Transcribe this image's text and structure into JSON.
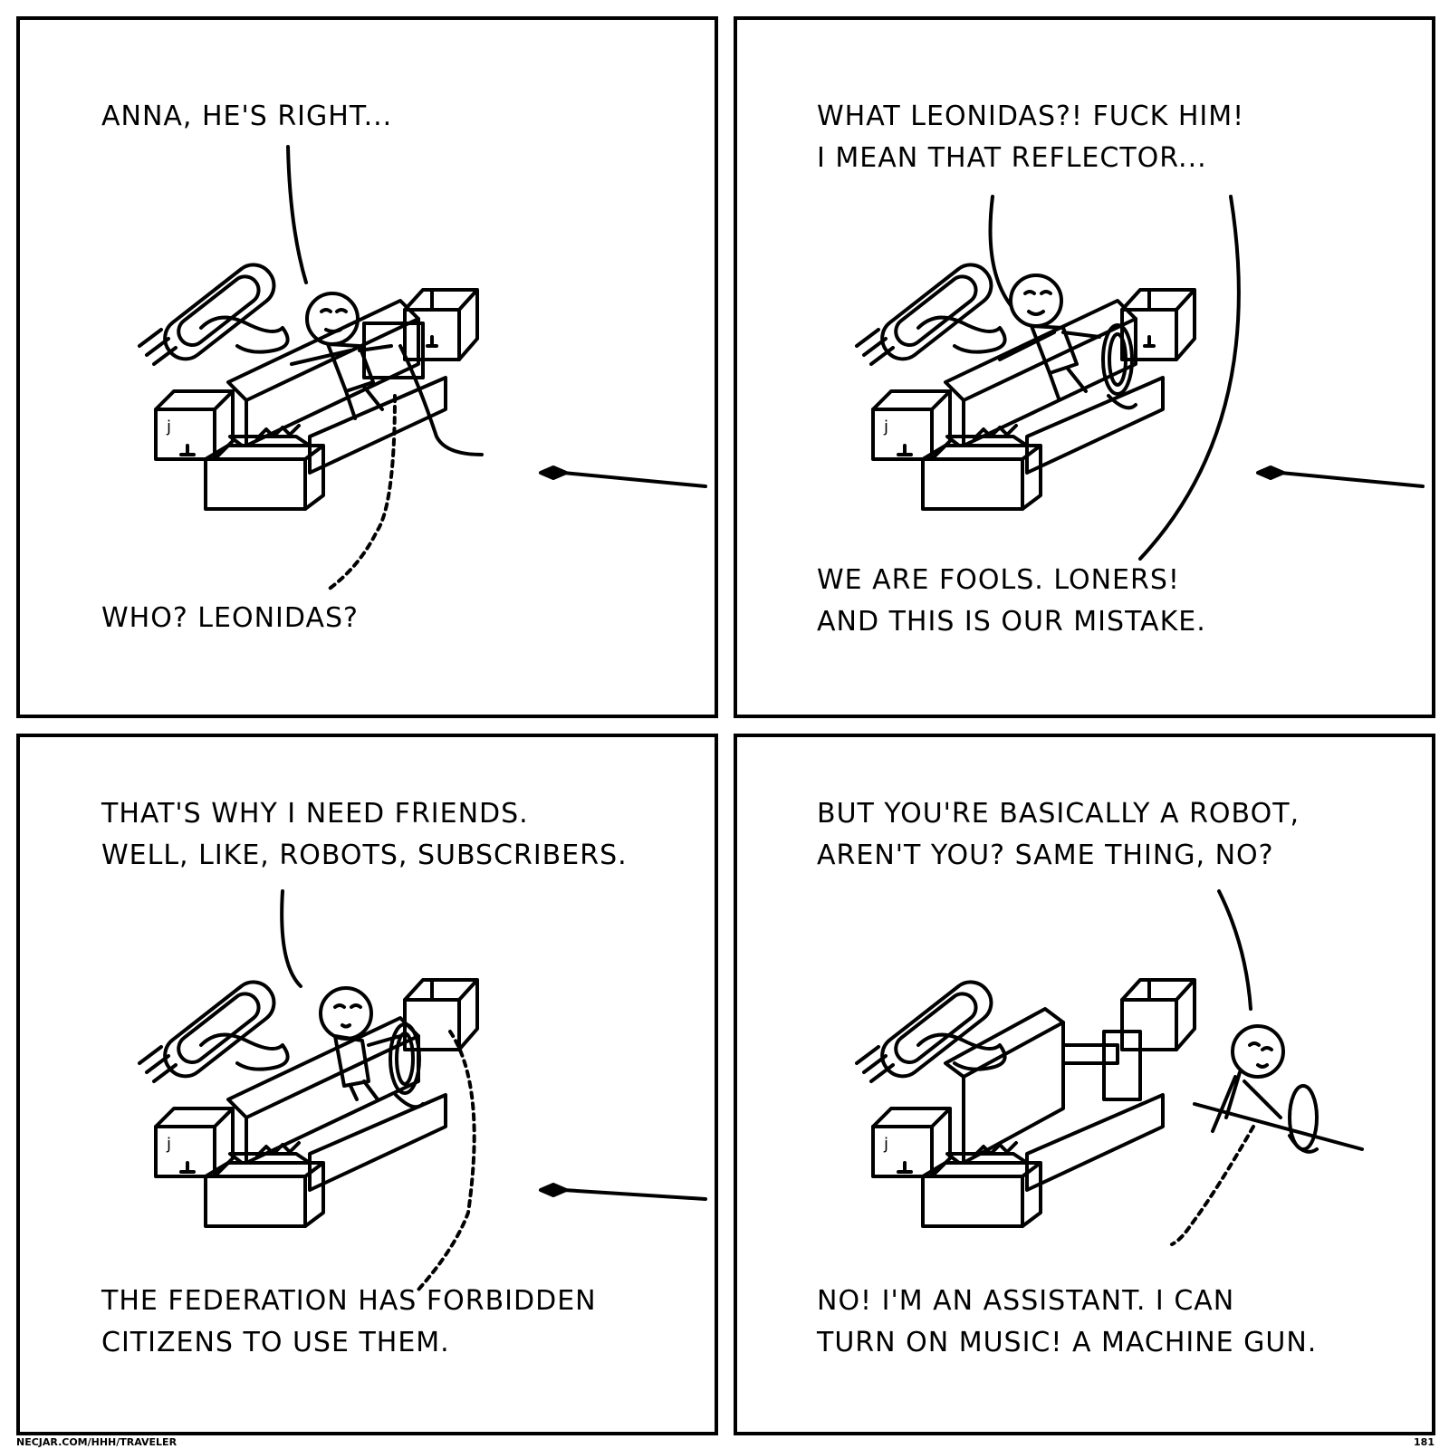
{
  "panels": [
    {
      "id": "panel-1",
      "captions": [
        "ANNA, HE'S RIGHT...",
        "WHO? LEONIDAS?"
      ]
    },
    {
      "id": "panel-2",
      "captions": [
        "WHAT LEONIDAS?! FUCK HIM!\nI MEAN THAT REFLECTOR...",
        "WE ARE FOOLS. LONERS!\nAND THIS IS OUR MISTAKE."
      ]
    },
    {
      "id": "panel-3",
      "captions": [
        "THAT'S WHY I NEED FRIENDS.\nWELL, LIKE, ROBOTS, SUBSCRIBERS.",
        "THE FEDERATION HAS FORBIDDEN\nCITIZENS TO USE THEM."
      ]
    },
    {
      "id": "panel-4",
      "captions": [
        "BUT YOU'RE BASICALLY A ROBOT,\nAREN'T YOU? SAME THING, NO?",
        "NO! I'M AN ASSISTANT. I CAN\nTURN ON MUSIC! A MACHINE GUN."
      ]
    }
  ],
  "footer": {
    "url": "NECJAR.COM/HHH/TRAVELER",
    "page_number": "181"
  },
  "colors": {
    "ink": "#000000",
    "paper": "#ffffff"
  }
}
